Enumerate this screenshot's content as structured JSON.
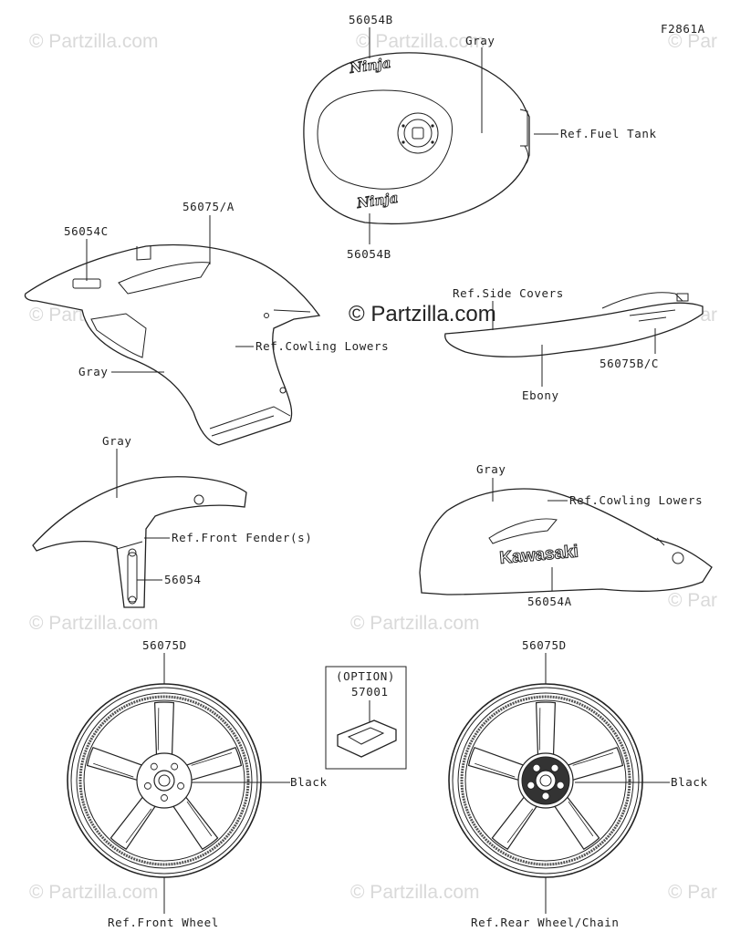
{
  "figure_id": "F2861A",
  "watermark": "© Partzilla.com",
  "watermark_short": "© Par",
  "logos": {
    "tank_decal_text": "Ninja",
    "kawasaki_text": "Kawasaki"
  },
  "labels": {
    "tank_decal_top": "56054B",
    "tank_color": "Gray",
    "fuel_tank_ref": "Ref.Fuel Tank",
    "tank_decal_bottom": "56054B",
    "cowl_decal_c": "56054C",
    "cowl_decal_a": "56075/A",
    "cowl_lowers_ref_1": "Ref.Cowling Lowers",
    "cowl_color": "Gray",
    "side_covers_ref": "Ref.Side Covers",
    "side_decal_bc": "56075B/C",
    "side_color": "Ebony",
    "fender_color": "Gray",
    "fender_ref": "Ref.Front Fender(s)",
    "fender_decal": "56054",
    "lower_color": "Gray",
    "cowl_lowers_ref_2": "Ref.Cowling Lowers",
    "lower_decal_a": "56054A",
    "front_wheel_decal": "56075D",
    "option_label": "(OPTION)",
    "option_part": "57001",
    "rear_wheel_decal": "56075D",
    "front_wheel_color": "Black",
    "rear_wheel_color": "Black",
    "front_wheel_ref": "Ref.Front Wheel",
    "rear_wheel_ref": "Ref.Rear Wheel/Chain"
  }
}
